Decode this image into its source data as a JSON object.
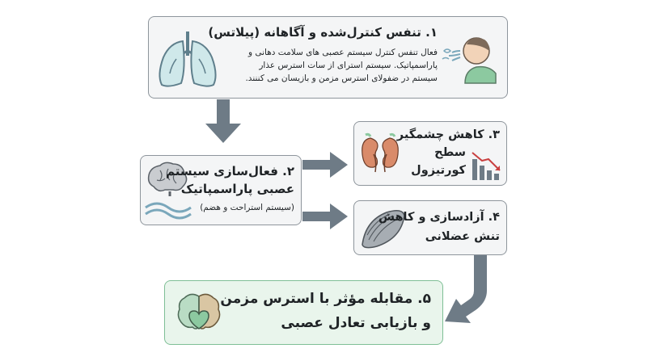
{
  "steps": [
    {
      "title": "۱. تنفس کنترل‌شده و آگاهانه (پیلاتس)",
      "body": [
        "فعال تنفس کنترل سیستم عصبی های سلامت دهانی و",
        "پاراسمپاتیک. سیستم استرای از سات استرس عذار",
        "سیستم در ضفولای استرس مزمن و بازیسان می کننند."
      ],
      "icons": [
        "lungs-icon",
        "breathing-person-icon"
      ]
    },
    {
      "title": [
        "۲. فعال‌سازی سیستم",
        "عصبی پاراسمپاتیک"
      ],
      "subtitle": "(سیستم استراحت و هضم)",
      "icons": [
        "brain-icon",
        "wave-icon"
      ]
    },
    {
      "title": [
        "۳. کاهش چشمگیر",
        "سطح",
        "کورتیزول"
      ],
      "icons": [
        "kidneys-icon",
        "declining-bar-chart-icon"
      ]
    },
    {
      "title": [
        "۴. آزادسازی و کاهش",
        "تنش عضلانی"
      ],
      "icons": [
        "muscle-icon"
      ]
    },
    {
      "title": [
        "۵. مقابله مؤثر با استرس مزمن",
        "و بازیابی تعادل عصبی"
      ],
      "icons": [
        "brain-heart-icon"
      ]
    }
  ],
  "colors": {
    "arrow": "#6e7b86",
    "box_border": "#8e959c",
    "box_fill": "#f4f5f6",
    "final_fill": "#e9f5ec",
    "final_border": "#7fbf96"
  }
}
